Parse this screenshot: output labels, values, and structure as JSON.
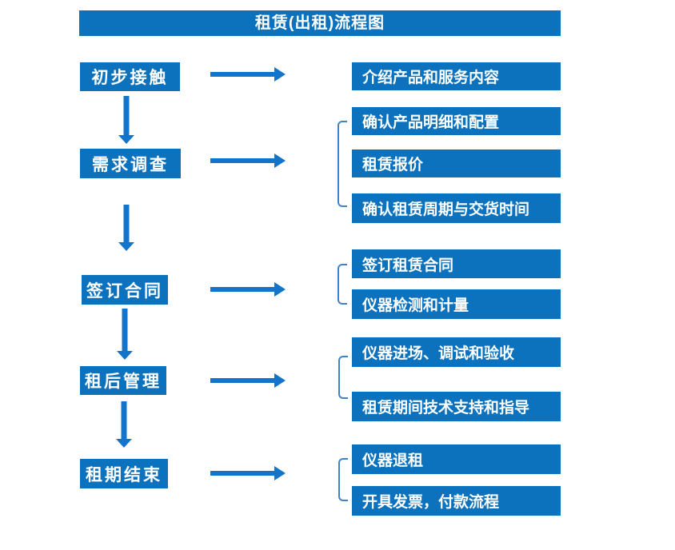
{
  "title": "租赁(出租)流程图",
  "colors": {
    "primary": "#0d72bd",
    "arrow": "#1374c9",
    "bracket": "#3f82c8"
  },
  "steps": [
    {
      "label": "初步接触",
      "outputs": [
        "介绍产品和服务内容"
      ]
    },
    {
      "label": "需求调查",
      "outputs": [
        "确认产品明细和配置",
        "租赁报价",
        "确认租赁周期与交货时间"
      ]
    },
    {
      "label": "签订合同",
      "outputs": [
        "签订租赁合同",
        "仪器检测和计量"
      ]
    },
    {
      "label": "租后管理",
      "outputs": [
        "仪器进场、调试和验收",
        "租赁期间技术支持和指导"
      ]
    },
    {
      "label": "租期结束",
      "outputs": [
        "仪器退租",
        "开具发票，付款流程"
      ]
    }
  ]
}
